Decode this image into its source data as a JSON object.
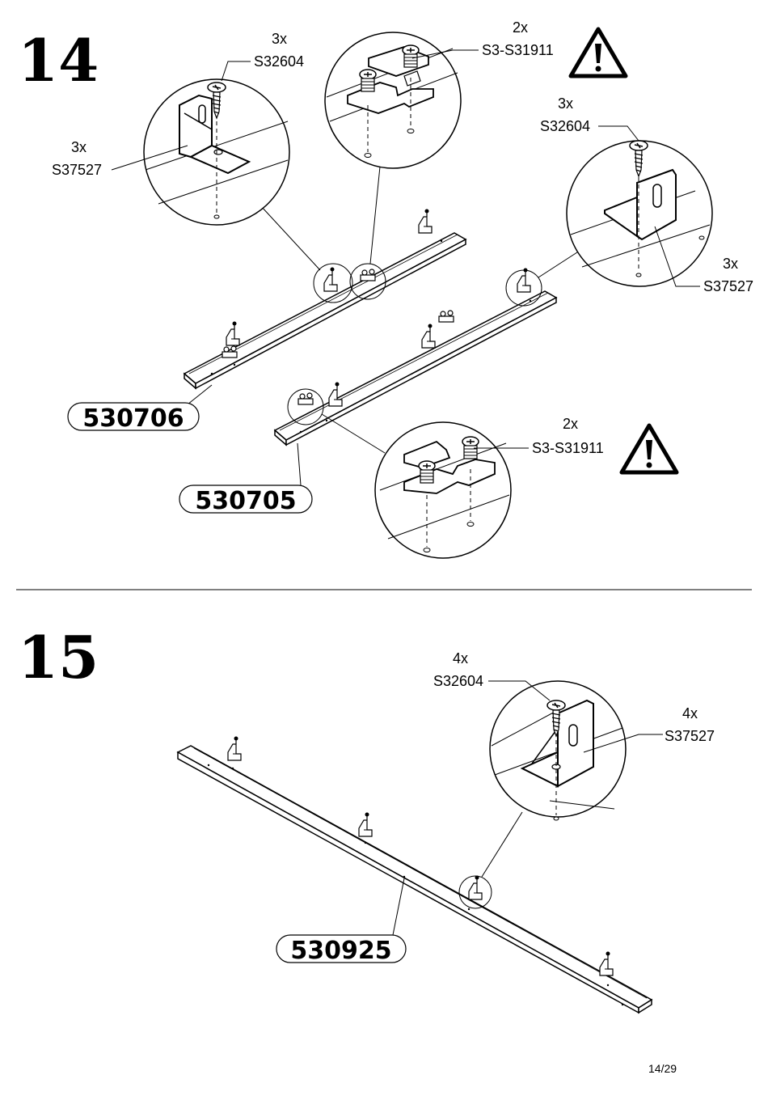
{
  "page_number": "14/29",
  "step14": {
    "number": "14",
    "callouts": {
      "screw_left": {
        "qty": "3x",
        "code": "S32604"
      },
      "bracket_left": {
        "qty": "3x",
        "code": "S37527"
      },
      "cam_top": {
        "qty": "2x",
        "code": "S3-S31911"
      },
      "screw_right": {
        "qty": "3x",
        "code": "S32604"
      },
      "bracket_right": {
        "qty": "3x",
        "code": "S37527"
      },
      "cam_bottom": {
        "qty": "2x",
        "code": "S3-S31911"
      }
    },
    "parts": {
      "board_a": "530706",
      "board_b": "530705"
    },
    "warning_icon": "warning-triangle-icon"
  },
  "step15": {
    "number": "15",
    "callouts": {
      "screw": {
        "qty": "4x",
        "code": "S32604"
      },
      "bracket": {
        "qty": "4x",
        "code": "S37527"
      }
    },
    "parts": {
      "board": "530925"
    }
  }
}
